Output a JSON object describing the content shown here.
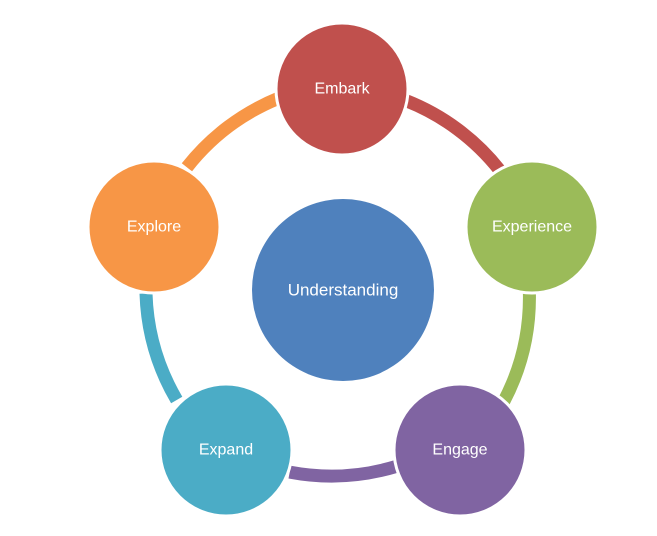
{
  "diagram": {
    "center": {
      "label": "Understanding",
      "color": "#4f81bd"
    },
    "nodes": [
      {
        "label": "Embark",
        "color": "#c0504d"
      },
      {
        "label": "Experience",
        "color": "#9bbb59"
      },
      {
        "label": "Engage",
        "color": "#8064a2"
      },
      {
        "label": "Expand",
        "color": "#4bacc6"
      },
      {
        "label": "Explore",
        "color": "#f79646"
      }
    ]
  }
}
